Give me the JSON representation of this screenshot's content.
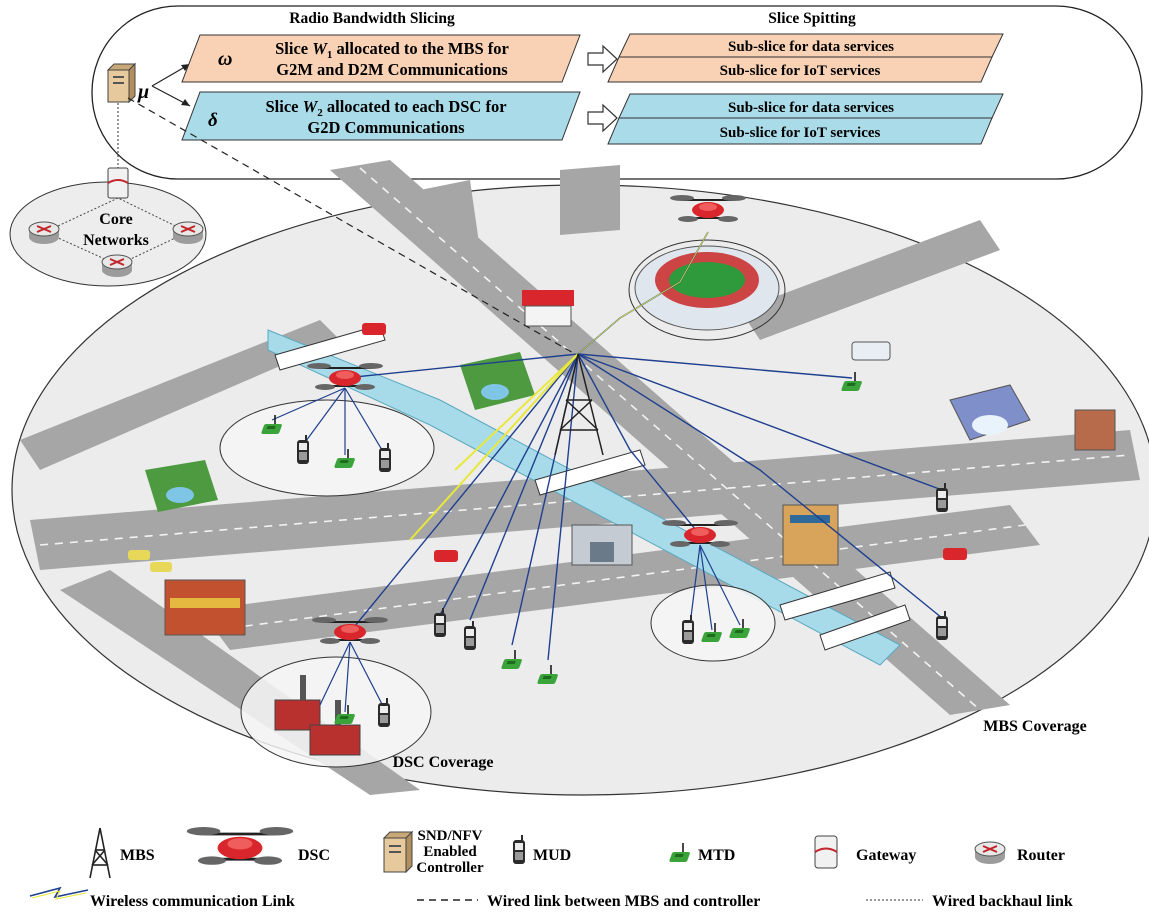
{
  "slicing_panel": {
    "title": "Radio Bandwidth Slicing",
    "split_title": "Slice Spitting",
    "controller_symbol": "μ",
    "omega_symbol": "ω",
    "delta_symbol": "δ",
    "slice1": {
      "line1_pre": "Slice ",
      "line1_var": "W",
      "line1_sub": "1",
      "line1_post": " allocated to the MBS for",
      "line2": "G2M and D2M Communications",
      "color": "#f9d2b5",
      "subslices": [
        "Sub-slice for data services",
        "Sub-slice for IoT services"
      ]
    },
    "slice2": {
      "line1_pre": "Slice ",
      "line1_var": "W",
      "line1_sub": "2",
      "line1_post": " allocated to each DSC for",
      "line2": "G2D Communications",
      "color": "#a9dbe8",
      "subslices": [
        "Sub-slice for data services",
        "Sub-slice for IoT services"
      ]
    }
  },
  "core_networks": {
    "line1": "Core",
    "line2": "Networks"
  },
  "coverage": {
    "mbs": "MBS Coverage",
    "dsc": "DSC Coverage"
  },
  "legend": {
    "mbs": "MBS",
    "dsc": "DSC",
    "controller": [
      "SND/NFV",
      "Enabled",
      "Controller"
    ],
    "mud": "MUD",
    "mtd": "MTD",
    "gateway": "Gateway",
    "router": "Router",
    "wireless": "Wireless communication Link",
    "wired_mbs": "Wired link between MBS and controller",
    "wired_backhaul": "Wired backhaul link"
  }
}
